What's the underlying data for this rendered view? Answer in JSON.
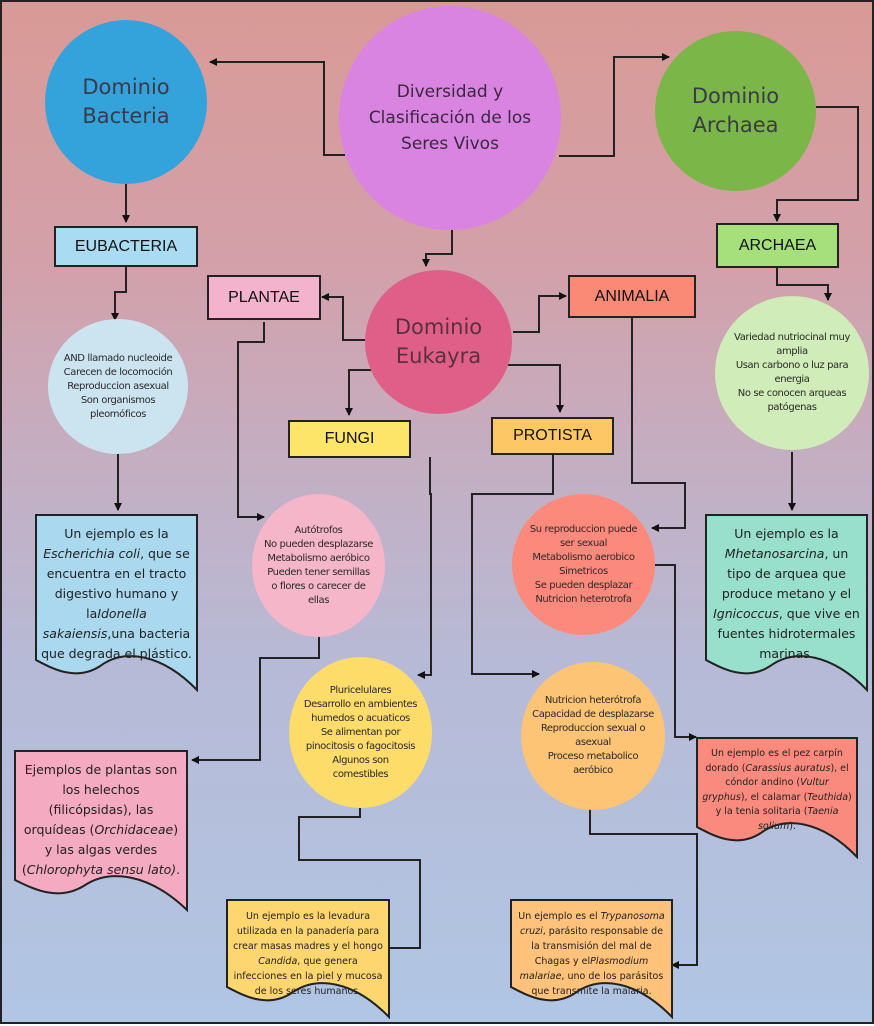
{
  "title": "Diversidad y\nClasificación de los\nSeres Vivos",
  "domains": {
    "bacteria": "Dominio\nBacteria",
    "archaea": "Dominio\nArchaea",
    "eukarya": "Dominio\nEukayra"
  },
  "groups": {
    "eubacteria": "EUBACTERIA",
    "archaea": "ARCHAEA",
    "plantae": "PLANTAE",
    "animalia": "ANIMALIA",
    "fungi": "FUNGI",
    "protista": "PROTISTA"
  },
  "traits": {
    "eubacteria": "AND llamado nucleoide\nCarecen de locomoción\nReproduccion asexual\nSon organismos\npleomóficos",
    "archaea": "Variedad nutriocinal muy\namplia\nUsan carbono o luz para\nenergia\nNo se conocen arqueas\npatógenas",
    "plantae": "Autótrofos\nNo pueden desplazarse\nMetabolismo aeróbico\nPueden tener semillas\no flores o carecer de\nellas",
    "animalia": "Su reproduccion puede\nser sexual\nMetabolismo aerobico\nSimetricos\nSe pueden  desplazar\nNutricion heterotrofa",
    "fungi": "Pluricelulares\nDesarrollo en ambientes\nhumedos o acuaticos\nSe alimentan por\npinocitosis o fagocitosis\nAlgunos son\ncomestibles",
    "protista": "Nutricion heterótrofa\nCapacidad de desplazarse\nReproduccion sexual o\nasexual\nProceso metabolico\naeróbico"
  },
  "examples": {
    "eubacteria": [
      {
        "t": "Un ejemplo es la "
      },
      {
        "t": "Escherichia coli",
        "i": true
      },
      {
        "t": ",  que se encuentra en el tracto digestivo humano y la"
      },
      {
        "t": "Idonella sakaiensis",
        "i": true
      },
      {
        "t": ",una bacteria que  degrada el plástico."
      }
    ],
    "archaea": [
      {
        "t": "Un ejemplo es  la "
      },
      {
        "t": "Mhetanosarcina",
        "i": true
      },
      {
        "t": ", un tipo de arquea que produce metano y el "
      },
      {
        "t": "Ignicoccus",
        "i": true
      },
      {
        "t": ", que vive en fuentes hidrotermales marinas."
      }
    ],
    "plantae": [
      {
        "t": "Ejemplos de plantas son los helechos (filicópsidas), las orquídeas ("
      },
      {
        "t": "Orchidaceae",
        "i": true
      },
      {
        "t": ") y las algas verdes ("
      },
      {
        "t": "Chlorophyta sensu lato)",
        "i": true
      },
      {
        "t": "."
      }
    ],
    "animalia": [
      {
        "t": "Un ejemplo es el pez carpín dorado ("
      },
      {
        "t": "Carassius auratus",
        "i": true
      },
      {
        "t": "), el cóndor andino ("
      },
      {
        "t": "Vultur gryphus",
        "i": true
      },
      {
        "t": "), el calamar ("
      },
      {
        "t": "Teuthida",
        "i": true
      },
      {
        "t": ") y la tenia solitaria ("
      },
      {
        "t": "Taenia solium",
        "i": true
      },
      {
        "t": ")."
      }
    ],
    "fungi": [
      {
        "t": "Un ejemplo es la levadura utilizada en la panadería para crear masas madres y el hongo "
      },
      {
        "t": "Candida",
        "i": true
      },
      {
        "t": ", que genera infecciones en la piel y mucosa de los seres humanos."
      }
    ],
    "protista": [
      {
        "t": "Un ejemplo es el "
      },
      {
        "t": "Trypanosoma cruzi",
        "i": true
      },
      {
        "t": ", parásito responsable de la transmisión del mal de Chagas y el"
      },
      {
        "t": "Plasmodium malariae",
        "i": true
      },
      {
        "t": ", uno de los parásitos que transmite la malaria."
      }
    ]
  },
  "colors": {
    "title": "#d884e0",
    "bacteria": "#34a3dc",
    "archaea": "#7ab648",
    "eukarya": "#df5f88",
    "eubacteria_box": "#a9dcf2",
    "archaea_box": "#a5e07a",
    "plantae_box": "#f4b3cc",
    "animalia_box": "#fa8a76",
    "fungi_box": "#fde56a",
    "protista_box": "#fec766",
    "eubacteria_trait": "#cbe4ef",
    "archaea_trait": "#d0ecb8",
    "plantae_trait": "#f4b6c8",
    "animalia_trait": "#fb8a7c",
    "fungi_trait": "#fddc6a",
    "protista_trait": "#fec475",
    "eubacteria_doc": "#a9d8ef",
    "archaea_doc": "#98e0cc",
    "plantae_doc": "#f4aac0",
    "animalia_doc": "#fa8a7e",
    "fungi_doc": "#fed670",
    "protista_doc": "#fec27a"
  }
}
